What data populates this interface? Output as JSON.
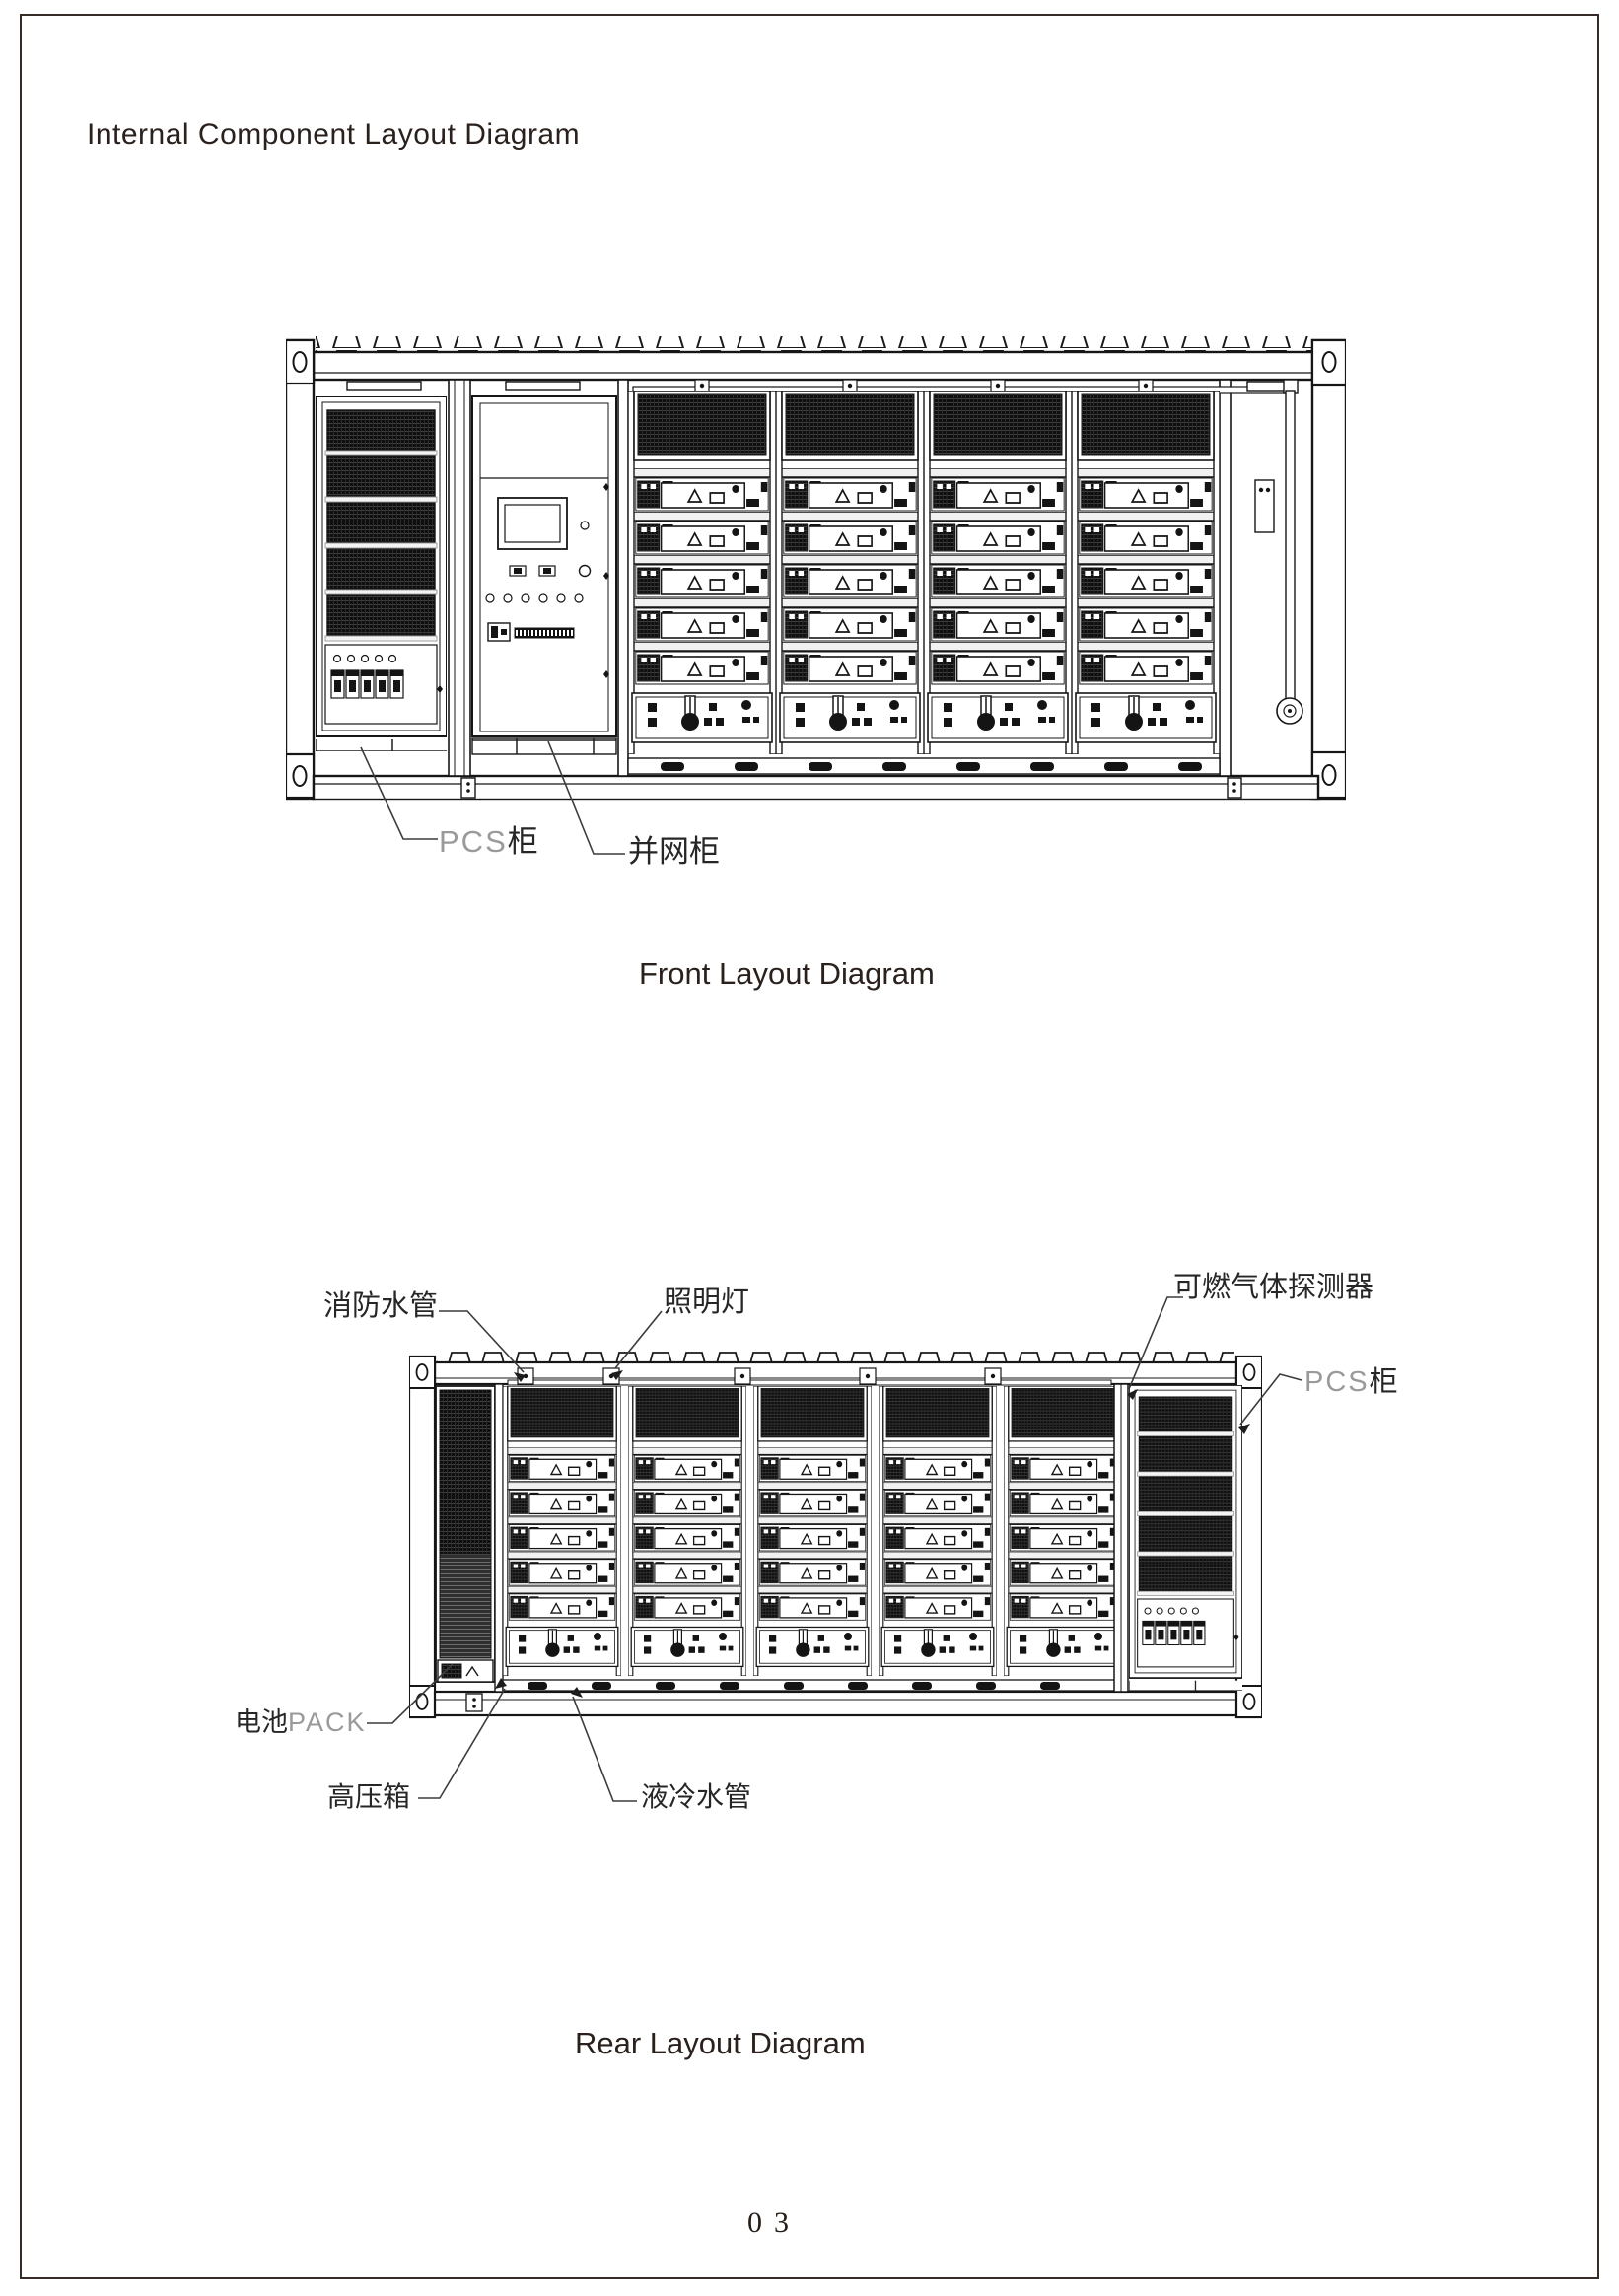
{
  "page": {
    "title": "Internal Component Layout Diagram",
    "page_number": "03"
  },
  "front_view": {
    "caption": "Front Layout Diagram",
    "labels": {
      "pcs_cabinet_latin": "PCS",
      "pcs_cabinet_cjk": "柜",
      "grid_cabinet": "并网柜"
    }
  },
  "rear_view": {
    "caption": "Rear Layout Diagram",
    "labels": {
      "fire_water_pipe": "消防水管",
      "lighting_lamp": "照明灯",
      "gas_detector": "可燃气体探测器",
      "pcs_cabinet_latin": "PCS",
      "pcs_cabinet_cjk": "柜",
      "battery_pack_cjk": "电池",
      "battery_pack_latin": "PACK",
      "high_voltage_box": "高压箱",
      "liquid_cooling_pipe": "液冷水管"
    }
  },
  "colors": {
    "ink": "#1d1d1d"
  }
}
